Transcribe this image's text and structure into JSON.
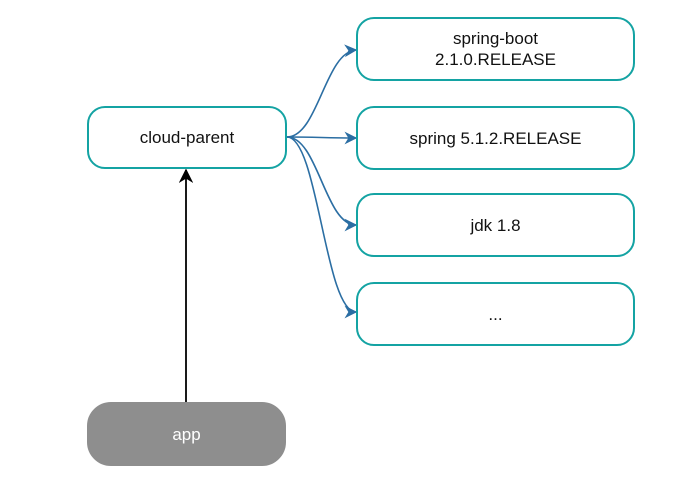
{
  "diagram": {
    "colors": {
      "node_border": "#14a3a3",
      "edge_blue": "#2b6ea3",
      "edge_black": "#000000",
      "app_fill": "#8e8e8e",
      "app_text": "#ffffff"
    },
    "nodes": {
      "cloud_parent": {
        "label": "cloud-parent"
      },
      "spring_boot": {
        "line1": "spring-boot",
        "line2": "2.1.0.RELEASE"
      },
      "spring": {
        "label": "spring 5.1.2.RELEASE"
      },
      "jdk": {
        "label": "jdk 1.8"
      },
      "more": {
        "label": "..."
      },
      "app": {
        "label": "app"
      }
    }
  }
}
